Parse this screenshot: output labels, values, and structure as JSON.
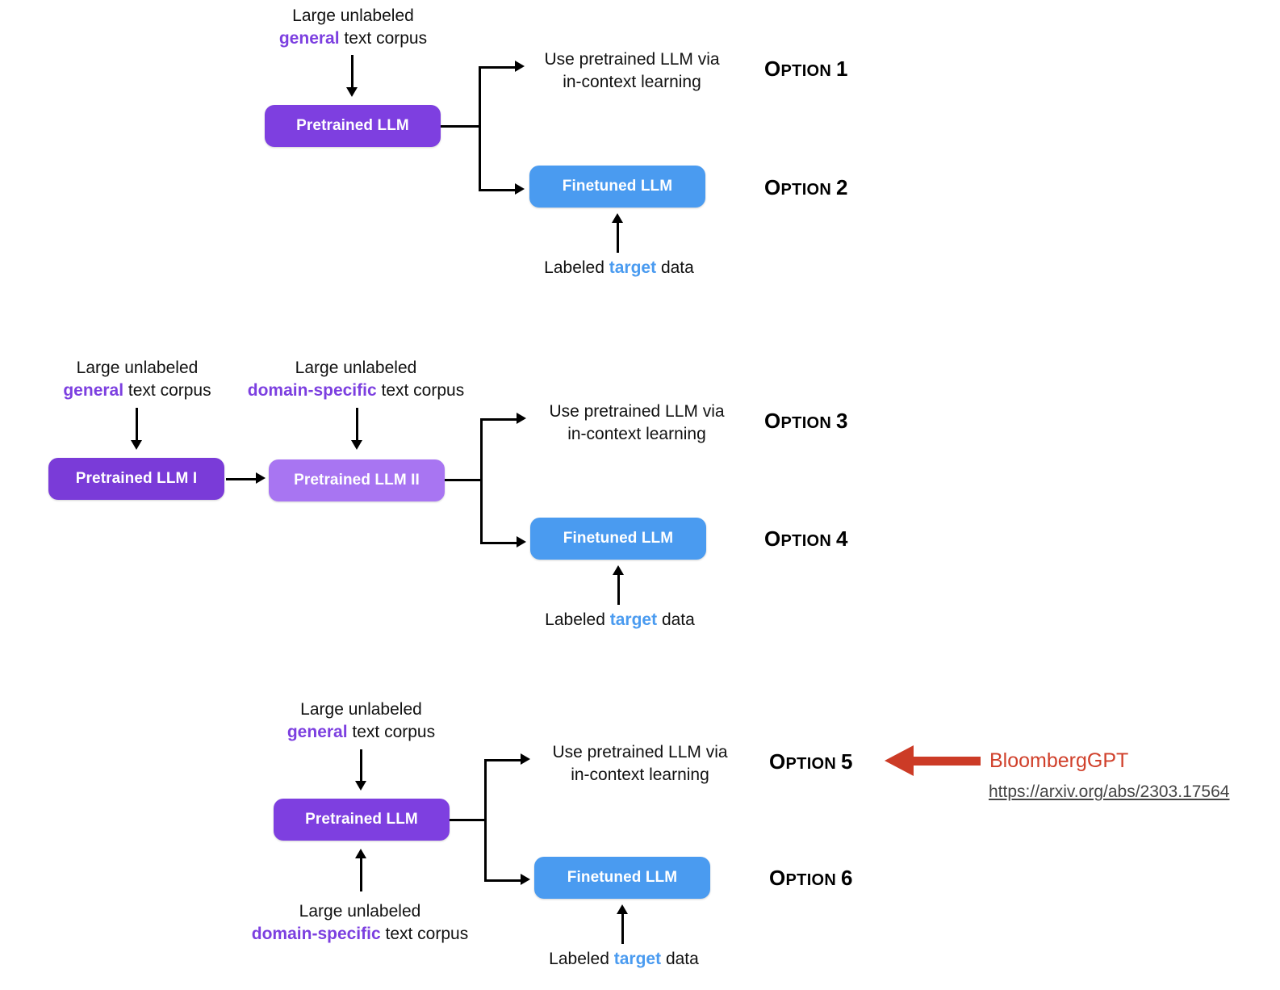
{
  "colors": {
    "purple": "#7E3FE0",
    "purple_dark": "#7A3BD8",
    "purple_light": "#A875F2",
    "blue": "#4A9BF0",
    "highlight_purple": "#7C3FE0",
    "highlight_blue": "#4A9BF0",
    "red": "#CC3B26",
    "background": "#FFFFFF",
    "text": "#111111"
  },
  "common": {
    "corpus_line1": "Large unlabeled",
    "corpus_general_bold": "general",
    "corpus_domain_bold": "domain-specific",
    "corpus_suffix": " text corpus",
    "outcome_line1": "Use pretrained LLM via",
    "outcome_line2": "in-context learning",
    "labeled_prefix": "Labeled ",
    "labeled_bold": "target",
    "labeled_suffix": " data",
    "node_pretrained_llm": "Pretrained LLM",
    "node_pretrained_llm_1": "Pretrained LLM I",
    "node_pretrained_llm_2": "Pretrained LLM II",
    "node_finetuned_llm": "Finetuned LLM"
  },
  "section1": {
    "corpus_line1": "Large unlabeled",
    "corpus_bold": "general",
    "corpus_suffix": " text corpus",
    "pretrained_box": "Pretrained LLM",
    "outcome_line1": "Use pretrained LLM via",
    "outcome_line2": "in-context learning",
    "option_a_first": "O",
    "option_a_rest": "PTION ",
    "option_a_num": "1",
    "finetuned_box": "Finetuned LLM",
    "option_b_first": "O",
    "option_b_rest": "PTION ",
    "option_b_num": "2",
    "labeled_prefix": "Labeled ",
    "labeled_bold": "target",
    "labeled_suffix": " data"
  },
  "section2": {
    "corpus1_line1": "Large unlabeled",
    "corpus1_bold": "general",
    "corpus1_suffix": " text corpus",
    "corpus2_line1": "Large unlabeled",
    "corpus2_bold": "domain-specific",
    "corpus2_suffix": " text corpus",
    "pretrained1_box": "Pretrained LLM I",
    "pretrained2_box": "Pretrained LLM II",
    "outcome_line1": "Use pretrained LLM via",
    "outcome_line2": "in-context learning",
    "option_a_first": "O",
    "option_a_rest": "PTION ",
    "option_a_num": "3",
    "finetuned_box": "Finetuned LLM",
    "option_b_first": "O",
    "option_b_rest": "PTION ",
    "option_b_num": "4",
    "labeled_prefix": "Labeled ",
    "labeled_bold": "target",
    "labeled_suffix": " data"
  },
  "section3": {
    "corpus_top_line1": "Large unlabeled",
    "corpus_top_bold": "general",
    "corpus_top_suffix": " text corpus",
    "corpus_bottom_line1": "Large unlabeled",
    "corpus_bottom_bold": "domain-specific",
    "corpus_bottom_suffix": " text corpus",
    "pretrained_box": "Pretrained LLM",
    "outcome_line1": "Use pretrained LLM via",
    "outcome_line2": "in-context learning",
    "option_a_first": "O",
    "option_a_rest": "PTION ",
    "option_a_num": "5",
    "finetuned_box": "Finetuned LLM",
    "option_b_first": "O",
    "option_b_rest": "PTION ",
    "option_b_num": "6",
    "labeled_prefix": "Labeled ",
    "labeled_bold": "target",
    "labeled_suffix": " data"
  },
  "annotation": {
    "label": "BloombergGPT",
    "url": "https://arxiv.org/abs/2303.17564"
  }
}
